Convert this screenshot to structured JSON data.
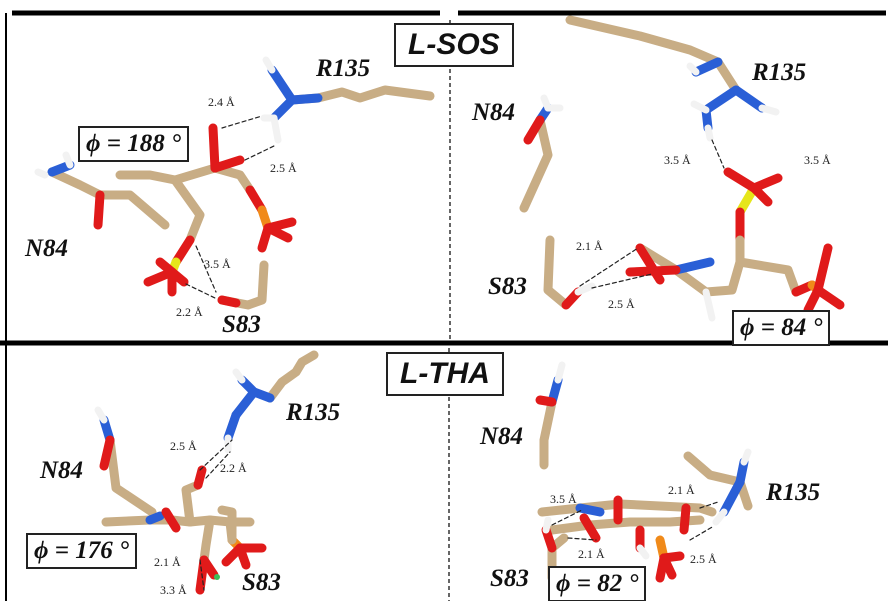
{
  "titles": {
    "top": "L-SOS",
    "bottom": "L-THA"
  },
  "panels": {
    "top_left": {
      "residues": {
        "r135": "R135",
        "n84": "N84",
        "s83": "S83"
      },
      "phi": "ϕ = 188 °",
      "distances": [
        "2.4 Å",
        "2.5 Å",
        "3.5 Å",
        "2.2 Å"
      ]
    },
    "top_right": {
      "residues": {
        "r135": "R135",
        "n84": "N84",
        "s83": "S83"
      },
      "phi": "ϕ = 84 °",
      "distances": [
        "3.5 Å",
        "3.5 Å",
        "2.1 Å",
        "2.5 Å"
      ]
    },
    "bottom_left": {
      "residues": {
        "r135": "R135",
        "n84": "N84",
        "s83": "S83"
      },
      "phi": "ϕ = 176 °",
      "distances": [
        "2.5 Å",
        "2.2 Å",
        "2.1 Å",
        "3.3 Å"
      ]
    },
    "bottom_right": {
      "residues": {
        "r135": "R135",
        "n84": "N84",
        "s83": "S83"
      },
      "phi": "ϕ = 82 °",
      "distances": [
        "3.5 Å",
        "2.1 Å",
        "2.1 Å",
        "2.5 Å"
      ]
    }
  },
  "colors": {
    "carbon": "#c8ad85",
    "oxygen": "#e01a1a",
    "nitrogen": "#2a5fd6",
    "hydrogen": "#f2f2f2",
    "sulfur": "#e6e61a",
    "phosphorus": "#f08a1a"
  }
}
